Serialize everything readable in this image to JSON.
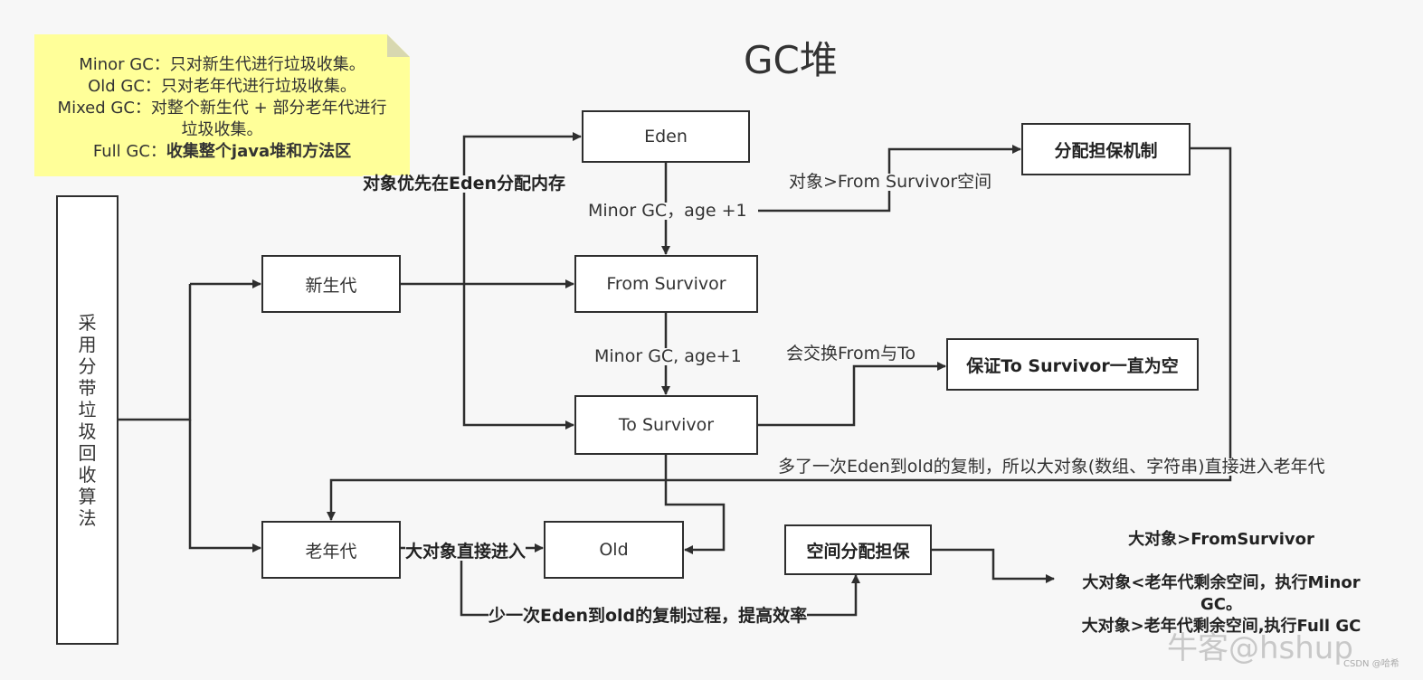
{
  "title": "GC堆",
  "note": {
    "minor": "Minor GC：只对新生代进行垃圾收集。",
    "old": "Old GC：只对老年代进行垃圾收集。",
    "mixed": "Mixed GC：对整个新生代 + 部分老年代进行垃圾收集。",
    "full_prefix": "Full GC：",
    "full_bold": "收集整个java堆和方法区"
  },
  "boxes": {
    "generational": "采用分带垃圾回收算法",
    "young": "新生代",
    "old_gen": "老年代",
    "eden": "Eden",
    "from": "From Survivor",
    "to": "To Survivor",
    "old": "Old",
    "guarantee": "分配担保机制",
    "keep_empty": "保证To Survivor一直为空",
    "space_guarantee": "空间分配担保"
  },
  "labels": {
    "eden_first": "对象优先在Eden分配内存",
    "minor_age1": "Minor GC，age +1",
    "minor_age2": "Minor GC, age+1",
    "obj_gt_from": "对象>From Survivor空间",
    "swap": "会交换From与To",
    "extra_copy": "多了一次Eden到old的复制，所以大对象(数组、字符串)直接进入老年代",
    "big_direct": "大对象直接进入",
    "less_copy": "少一次Eden到old的复制过程，提高效率"
  },
  "right_text": {
    "l1": "大对象>FromSurvivor",
    "l2": "大对象<老年代剩余空间，执行Minor",
    "l3": "GC。",
    "l4": "大对象>老年代剩余空间,执行Full GC"
  },
  "watermark": "牛客@hshup",
  "watermark_small": "CSDN @哈希"
}
